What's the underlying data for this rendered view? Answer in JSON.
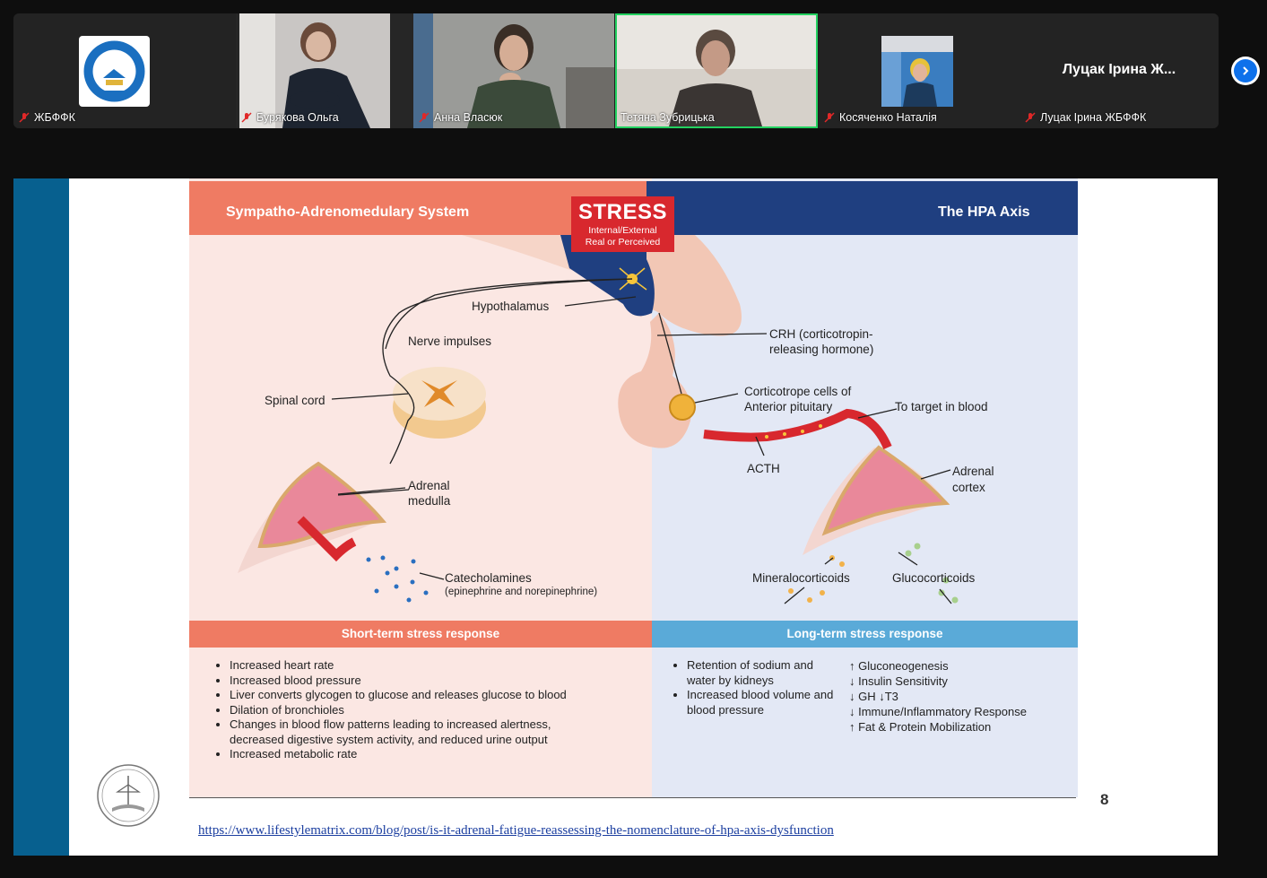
{
  "meeting": {
    "participants": [
      {
        "name": "ЖБФФК",
        "muted": true
      },
      {
        "name": "Бурякова Ольга",
        "muted": true
      },
      {
        "name": "Анна Власюк",
        "muted": true
      },
      {
        "name": "Тетяна Зубрицька",
        "muted": false,
        "active_speaker": true
      },
      {
        "name": "Косяченко Наталія",
        "muted": true
      },
      {
        "name": "Луцак Ірина ЖБФФК",
        "muted": true,
        "display_title": "Луцак Ірина  Ж..."
      }
    ],
    "next_page_icon": "chevron-right-icon",
    "active_color": "#23d160"
  },
  "slide": {
    "header_left": "Sympatho-Adrenomedulary System",
    "header_right": "The HPA Axis",
    "stress": {
      "title": "STRESS",
      "line1": "Internal/External",
      "line2": "Real or Perceived"
    },
    "labels": {
      "hypothalamus": "Hypothalamus",
      "nerve_impulses": "Nerve impulses",
      "spinal_cord": "Spinal cord",
      "adrenal_medulla_1": "Adrenal",
      "adrenal_medulla_2": "medulla",
      "catecholamines": "Catecholamines",
      "catecholamines_sub": "(epinephrine and norepinephrine)",
      "crh_1": "CRH (corticotropin-",
      "crh_2": "releasing hormone)",
      "corticotrope_1": "Corticotrope cells of",
      "corticotrope_2": "Anterior pituitary",
      "to_target": "To target in blood",
      "acth": "ACTH",
      "adrenal_cortex_1": "Adrenal",
      "adrenal_cortex_2": "cortex",
      "mineralocorticoids": "Mineralocorticoids",
      "glucocorticoids": "Glucocorticoids"
    },
    "short_term_title": "Short-term stress response",
    "short_term_items": [
      "Increased heart rate",
      "Increased blood pressure",
      "Liver converts glycogen to glucose and releases glucose to blood",
      "Dilation of bronchioles",
      "Changes in blood flow patterns leading to increased alertness, decreased digestive system activity, and reduced urine output",
      "Increased metabolic rate"
    ],
    "long_term_title": "Long-term stress response",
    "long_term_items_left": [
      "Retention of sodium and water by kidneys",
      "Increased blood volume and blood pressure"
    ],
    "long_term_items_right": [
      "↑ Gluconeogenesis",
      "↓ Insulin Sensitivity",
      "↓ GH  ↓T3",
      "↓ Immune/Inflammatory Response",
      "↑ Fat & Protein Mobilization"
    ],
    "page_number": "8",
    "source_url": "https://www.lifestylematrix.com/blog/post/is-it-adrenal-fatigue-reassessing-the-nomenclature-of-hpa-axis-dysfunction"
  }
}
